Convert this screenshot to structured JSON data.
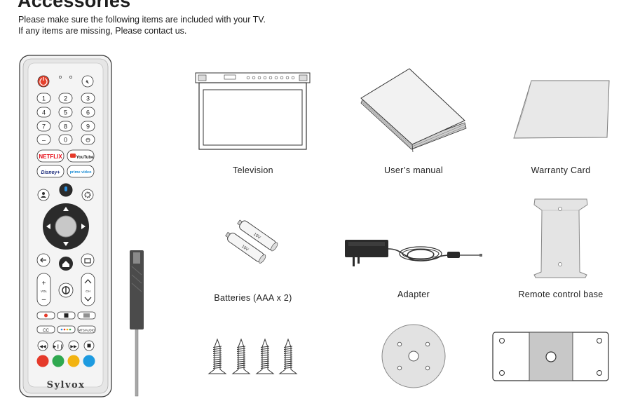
{
  "page": {
    "title": "Accessories",
    "intro_line1": "Please make sure the following items are included with your TV.",
    "intro_line2": "If any items are missing, Please contact us."
  },
  "items": {
    "television": "Television",
    "users_manual": "User’s manual",
    "warranty_card": "Warranty Card",
    "batteries": "Batteries (AAA x 2)",
    "adapter": "Adapter",
    "remote_base": "Remote control base"
  },
  "remote": {
    "brand": "Sylvox",
    "netflix": "NETFLIX",
    "youtube": "YouTube",
    "disney": "Disney+",
    "prime": "prime video",
    "vol": "VOL",
    "ch": "CH",
    "cc": "CC",
    "mts": "MTS/AUDIO",
    "num_1": "1",
    "num_2": "2",
    "num_3": "3",
    "num_4": "4",
    "num_5": "5",
    "num_6": "6",
    "num_7": "7",
    "num_8": "8",
    "num_9": "9",
    "num_0": "0",
    "dash": "–"
  },
  "battery_labels": {
    "a": "10V",
    "b": "10V"
  },
  "colors": {
    "power": "#e5412d",
    "red": "#e53a2a",
    "green": "#2fa84f",
    "yellow": "#f2b311",
    "blue": "#1e9be0",
    "netflix": "#e50914"
  }
}
